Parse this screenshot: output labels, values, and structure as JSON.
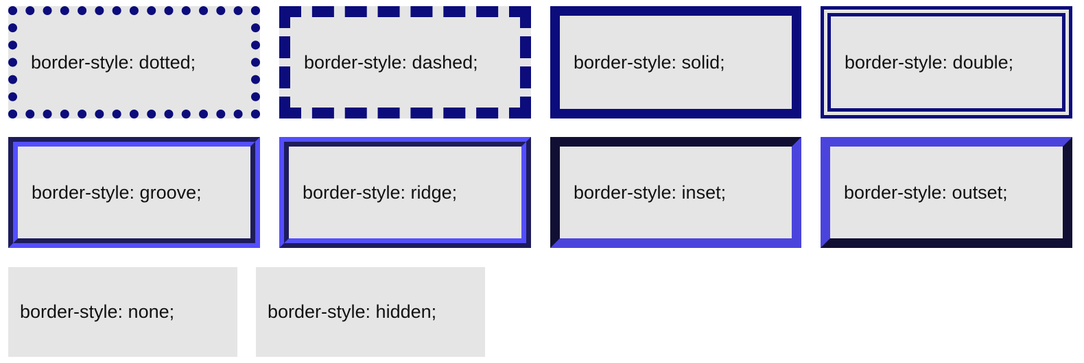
{
  "boxes": [
    {
      "label": "border-style: dotted;"
    },
    {
      "label": "border-style: dashed;"
    },
    {
      "label": "border-style: solid;"
    },
    {
      "label": "border-style: double;"
    },
    {
      "label": "border-style: groove;"
    },
    {
      "label": "border-style: ridge;"
    },
    {
      "label": "border-style: inset;"
    },
    {
      "label": "border-style: outset;"
    },
    {
      "label": "border-style: none;"
    },
    {
      "label": "border-style: hidden;"
    }
  ],
  "colors": {
    "border_primary": "#0c0c7c",
    "border_3d": "#3a36b0",
    "background": "#e5e5e5"
  }
}
